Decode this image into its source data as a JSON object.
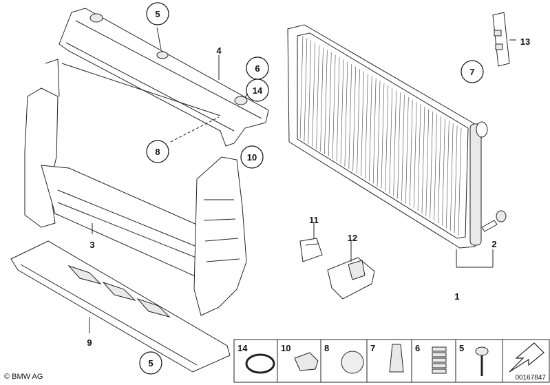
{
  "callouts": [
    {
      "id": "c5a",
      "text": "5",
      "circled": true
    },
    {
      "id": "c4",
      "text": "4",
      "circled": false
    },
    {
      "id": "c6",
      "text": "6",
      "circled": true
    },
    {
      "id": "c14",
      "text": "14",
      "circled": true
    },
    {
      "id": "c8",
      "text": "8",
      "circled": true
    },
    {
      "id": "c10",
      "text": "10",
      "circled": true
    },
    {
      "id": "c3",
      "text": "3",
      "circled": false
    },
    {
      "id": "c9",
      "text": "9",
      "circled": false
    },
    {
      "id": "c5b",
      "text": "5",
      "circled": true
    },
    {
      "id": "c7",
      "text": "7",
      "circled": true
    },
    {
      "id": "c13",
      "text": "13",
      "circled": false
    },
    {
      "id": "c11",
      "text": "11",
      "circled": false
    },
    {
      "id": "c12",
      "text": "12",
      "circled": false
    },
    {
      "id": "c2",
      "text": "2",
      "circled": false
    },
    {
      "id": "c1",
      "text": "1",
      "circled": false
    }
  ],
  "legend": [
    "14",
    "10",
    "8",
    "7",
    "6",
    "5"
  ],
  "footer": {
    "brand": "BMW AG",
    "copyright_symbol": "©",
    "diagram_number": "00167847"
  }
}
